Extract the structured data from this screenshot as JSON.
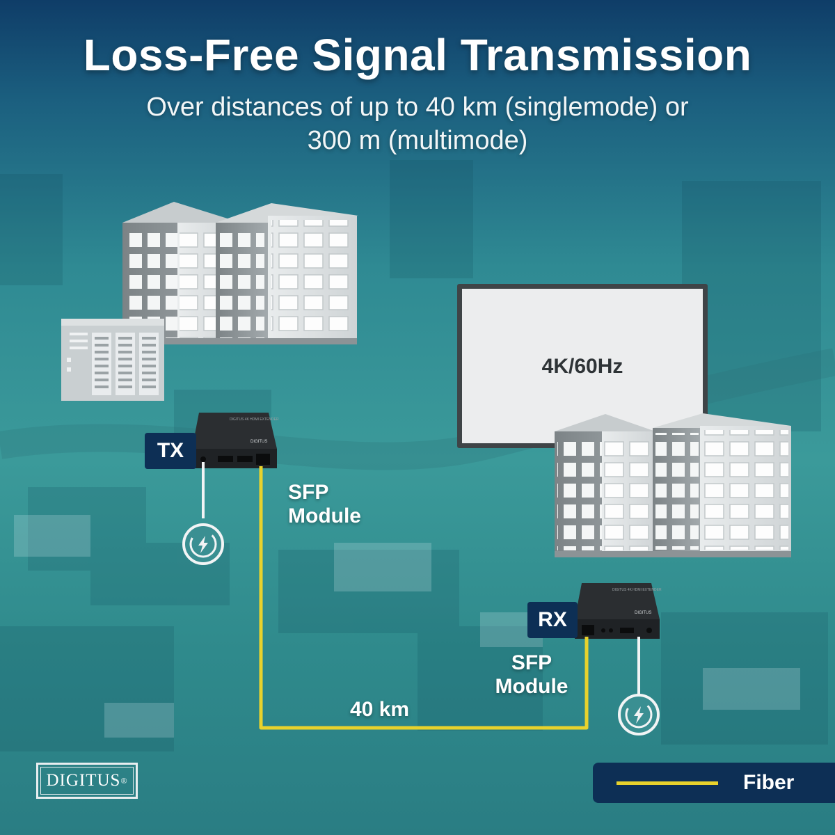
{
  "title": "Loss-Free Signal Transmission",
  "subtitle_line1": "Over distances of up to 40 km (singlemode) or",
  "subtitle_line2": "300 m (multimode)",
  "tx_label": "TX",
  "rx_label": "RX",
  "tx_sfp_label_line1": "SFP",
  "tx_sfp_label_line2": "Module",
  "rx_sfp_label_line1": "SFP",
  "rx_sfp_label_line2": "Module",
  "distance_label": "40 km",
  "display_label": "4K/60Hz",
  "legend": {
    "fiber_label": "Fiber",
    "fiber_color": "#e8d22c"
  },
  "logo_text": "DIGITUS",
  "logo_mark": "®",
  "device_brand": "DIGITUS",
  "colors": {
    "tag_bg": "#0d2f55",
    "fiber": "#e8d22c",
    "background": "#3b9a9a"
  },
  "icons": [
    "power-icon"
  ]
}
